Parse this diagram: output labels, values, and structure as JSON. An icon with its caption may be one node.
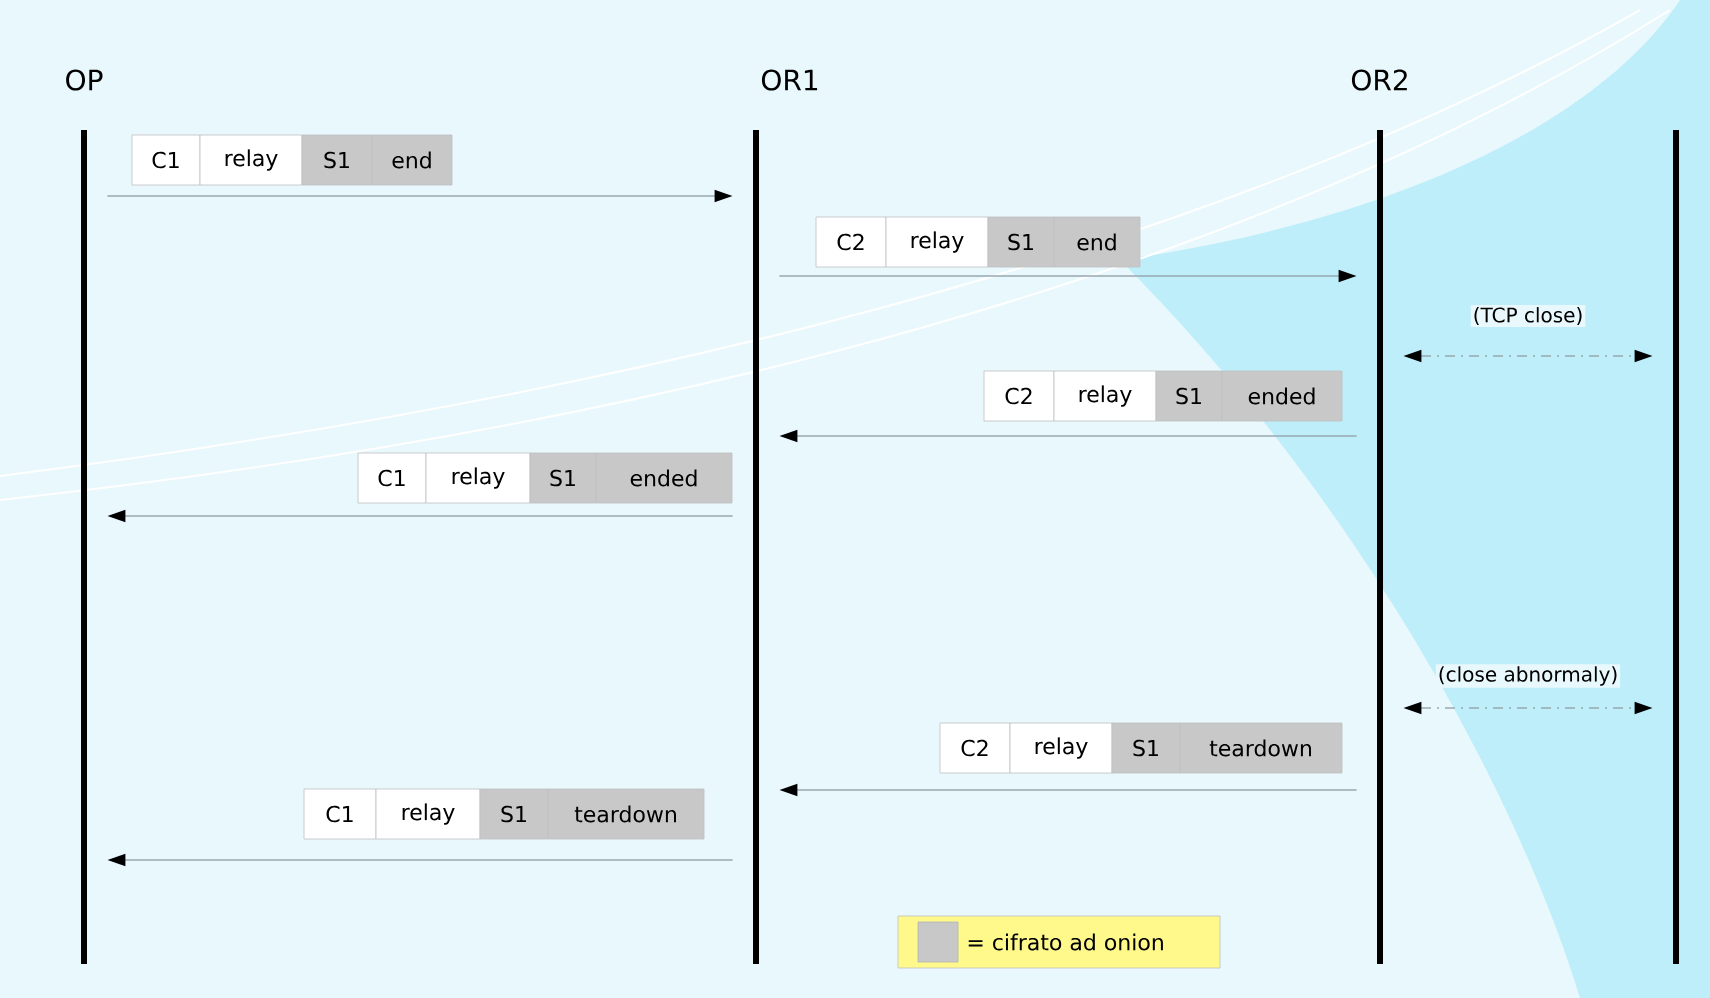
{
  "diagram": {
    "nodes": [
      {
        "text": [
          "OP"
        ]
      },
      {
        "text": [
          "OR1"
        ]
      },
      {
        "text": [
          "OR2"
        ]
      },
      {
        "text": [],
        "shape": "bar"
      }
    ],
    "edges": [
      {
        "from": 0,
        "to": 1,
        "arrow": "to"
      },
      {
        "from": 1,
        "to": 2,
        "arrow": "to"
      },
      {
        "from": 2,
        "to": 3,
        "arrow": "both",
        "style": "dashed",
        "label": "(TCP close)"
      },
      {
        "from": 2,
        "to": 1,
        "arrow": "to"
      },
      {
        "from": 1,
        "to": 0,
        "arrow": "to"
      },
      {
        "from": 2,
        "to": 3,
        "arrow": "both",
        "style": "dashed",
        "label": "(close abnormaly)"
      },
      {
        "from": 2,
        "to": 1,
        "arrow": "to"
      },
      {
        "from": 1,
        "to": 0,
        "arrow": "to"
      }
    ],
    "labels": [
      "C1",
      "relay",
      "S1",
      "end",
      "C2",
      "relay",
      "S1",
      "end",
      "C2",
      "relay",
      "S1",
      "ended",
      "C1",
      "relay",
      "S1",
      "ended",
      "C2",
      "relay",
      "S1",
      "teardown",
      "C1",
      "relay",
      "S1",
      "teardown"
    ],
    "legend": [
      {
        "text": "= cifrato ad onion",
        "color": "#c8c8c8"
      }
    ]
  }
}
